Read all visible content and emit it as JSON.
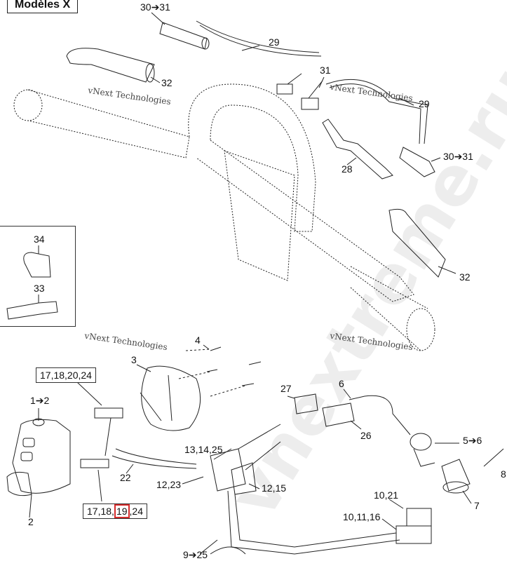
{
  "title": "Modèles X",
  "watermarks": {
    "company": "vNext Technologies",
    "site": "vnextreme.ru"
  },
  "callouts": {
    "c30_31_top": "30➔31",
    "c29_top": "29",
    "c31": "31",
    "c32_top": "32",
    "c29_right": "29",
    "c28": "28",
    "c30_31_right": "30➔31",
    "c32_right": "32",
    "c34": "34",
    "c33": "33",
    "c4": "4",
    "c3": "3",
    "c1_2": "1➔2",
    "c27": "27",
    "c6": "6",
    "c26": "26",
    "c5_6": "5➔6",
    "c13_14_25": "13,14,25",
    "c22": "22",
    "c12_23": "12,23",
    "c12_15": "12,15",
    "c8": "8",
    "c2": "2",
    "c10_21": "10,21",
    "c10_11_16": "10,11,16",
    "c7": "7",
    "c9_25": "9➔25"
  },
  "boxes": {
    "upper_connector": "17,18,20,24",
    "lower_connector": {
      "a": "17,18,",
      "highlight": "19",
      "b": ",24"
    }
  },
  "colors": {
    "highlight": "#d42a2a"
  }
}
